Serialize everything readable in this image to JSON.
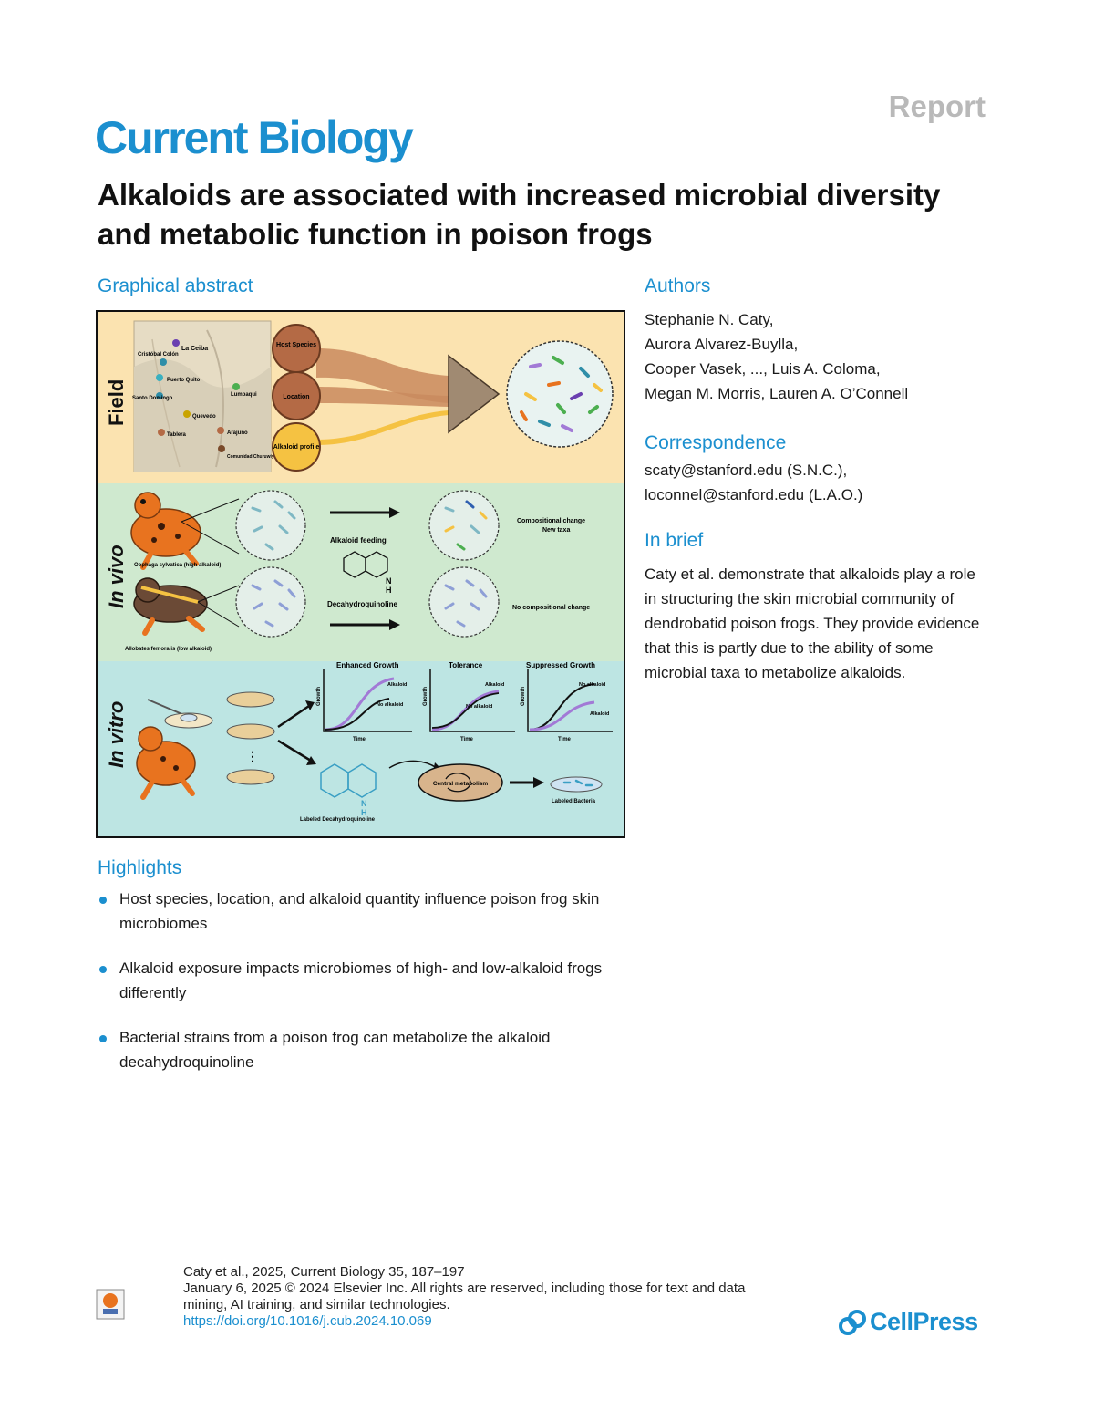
{
  "header": {
    "report_label": "Report",
    "journal": "Current Biology",
    "title": "Alkaloids are associated with increased microbial diversity and metabolic function in poison frogs"
  },
  "sections": {
    "graphical_abstract": "Graphical abstract",
    "authors": "Authors",
    "correspondence": "Correspondence",
    "in_brief": "In brief",
    "highlights": "Highlights"
  },
  "authors": [
    "Stephanie N. Caty,",
    "Aurora Alvarez-Buylla,",
    "Cooper Vasek, ..., Luis A. Coloma,",
    "Megan M. Morris, Lauren A. O’Connell"
  ],
  "correspondence": [
    "scaty@stanford.edu (S.N.C.),",
    "loconnel@stanford.edu (L.A.O.)"
  ],
  "in_brief": "Caty et al. demonstrate that alkaloids play a role in structuring the skin microbial community of dendrobatid poison frogs. They provide evidence that this is partly due to the ability of some microbial taxa to metabolize alkaloids.",
  "highlights": [
    "Host species, location, and alkaloid quantity influence poison frog skin microbiomes",
    "Alkaloid exposure impacts microbiomes of high- and low-alkaloid frogs differently",
    "Bacterial strains from a poison frog can metabolize the alkaloid decahydroquinoline"
  ],
  "figure": {
    "field_label": "Field",
    "in_vivo_label": "In vivo",
    "in_vitro_label": "In vitro",
    "map_sites": [
      "La Ceiba",
      "Cristóbal Colón",
      "Puerto Quito",
      "Santo Domingo",
      "Quevedo",
      "Tablera",
      "Lumbaqui",
      "Arajuno",
      "Comunidad Churuwiya"
    ],
    "factors": [
      "Host Species",
      "Location",
      "Alkaloid profile"
    ],
    "frog_high": "Oophaga sylvatica (high alkaloid)",
    "frog_low": "Allobates femoralis (low alkaloid)",
    "alkaloid_feeding": "Alkaloid feeding",
    "compound": "Decahydroquinoline",
    "nh": "N",
    "nh_h": "H",
    "outcome_change": "Compositional change\nNew taxa",
    "outcome_no_change": "No compositional change",
    "growth_titles": [
      "Enhanced Growth",
      "Tolerance",
      "Suppressed Growth"
    ],
    "growth_axis_y": "Growth",
    "growth_axis_x": "Time",
    "curve_alkaloid": "Alkaloid",
    "curve_no_alkaloid": "No alkaloid",
    "central_metabolism": "Central metabolism",
    "labeled_dhq": "Labeled Decahydroquinoline",
    "labeled_bacteria": "Labeled Bacteria",
    "ellipsis": "⋮",
    "colors": {
      "field_bg": "#fbe3b0",
      "in_vivo_bg": "#cfe9cf",
      "in_vitro_bg": "#bde5e3",
      "frog_orange": "#e8731f",
      "purple": "#a27ad6",
      "factor_brown": "#b46a45",
      "factor_yellow": "#f5c242"
    }
  },
  "footer": {
    "citation_line": "Caty et al., 2025, Current Biology 35, 187–197",
    "date_line": "January 6, 2025 © 2024 Elsevier Inc. All rights are reserved, including those for text and data mining, AI training, and similar technologies.",
    "doi": "https://doi.org/10.1016/j.cub.2024.10.069",
    "publisher": "CellPress"
  }
}
